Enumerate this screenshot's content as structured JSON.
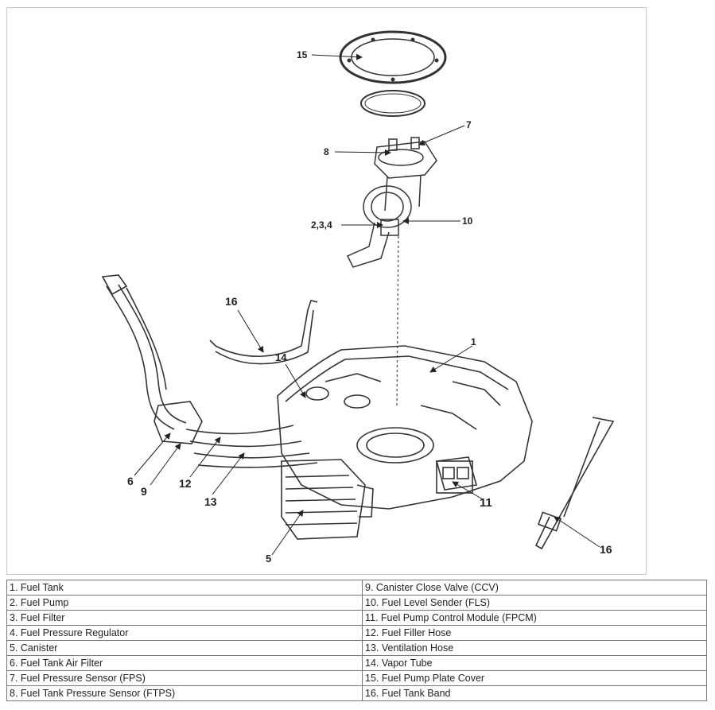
{
  "callouts": {
    "c1": "1",
    "c15": "15",
    "c7": "7",
    "c8": "8",
    "c10": "10",
    "c234": "2,3,4",
    "c16a": "16",
    "c14": "14",
    "c6": "6",
    "c9": "9",
    "c12": "12",
    "c13": "13",
    "c11": "11",
    "c5": "5",
    "c16b": "16"
  },
  "legend": {
    "left": [
      "1. Fuel Tank",
      "2. Fuel Pump",
      "3. Fuel Filter",
      "4. Fuel Pressure Regulator",
      "5. Canister",
      "6. Fuel Tank Air Filter",
      "7. Fuel Pressure Sensor (FPS)",
      "8. Fuel Tank Pressure Sensor (FTPS)"
    ],
    "right": [
      "9. Canister Close Valve (CCV)",
      "10. Fuel Level Sender (FLS)",
      "11. Fuel Pump Control Module (FPCM)",
      "12. Fuel Filler Hose",
      "13. Ventilation Hose",
      "14. Vapor Tube",
      "15. Fuel Pump Plate Cover",
      "16. Fuel Tank Band"
    ]
  }
}
